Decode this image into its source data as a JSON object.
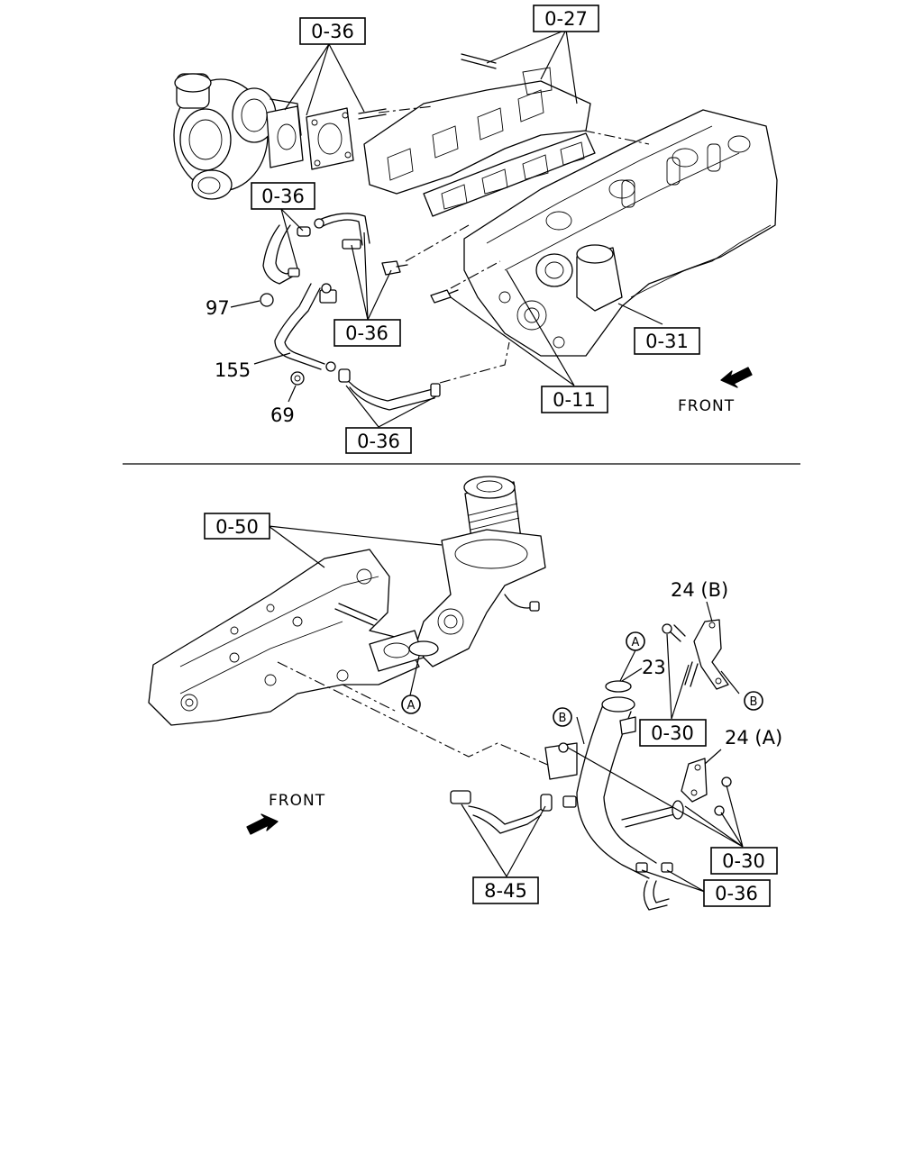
{
  "callouts_top": {
    "c036_a": "0-36",
    "c027": "0-27",
    "c036_b": "0-36",
    "c036_c": "0-36",
    "c031": "0-31",
    "c011": "0-11",
    "c036_d": "0-36"
  },
  "numbers_top": {
    "n97": "97",
    "n155": "155",
    "n69": "69"
  },
  "front_top": "FRONT",
  "callouts_bottom": {
    "c050": "0-50",
    "c030_a": "0-30",
    "c030_b": "0-30",
    "c845": "8-45",
    "c036_e": "0-36"
  },
  "numbers_bottom": {
    "n24b": "24 (B)",
    "n23": "23",
    "n24a": "24 (A)"
  },
  "circle_labels": {
    "a1": "A",
    "a2": "A",
    "b1": "B",
    "b2": "B"
  },
  "front_bottom": "FRONT"
}
